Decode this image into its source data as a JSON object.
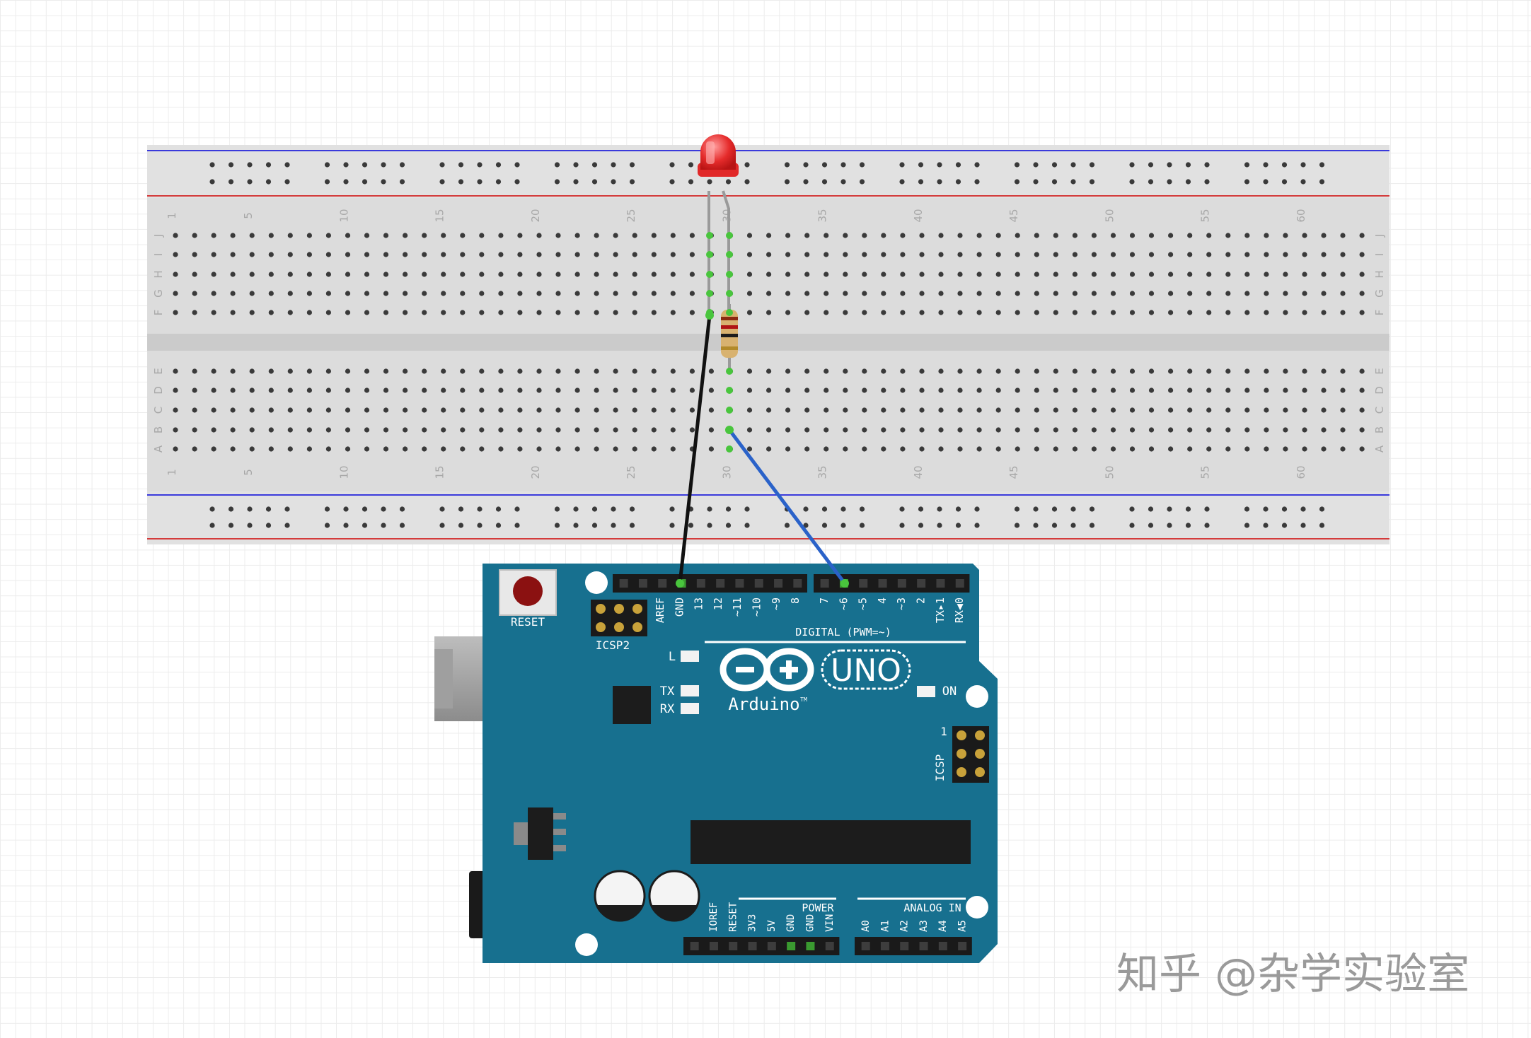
{
  "breadboard": {
    "column_numbers": [
      "1",
      "5",
      "10",
      "15",
      "20",
      "25",
      "30",
      "35",
      "40",
      "45",
      "50",
      "55",
      "60"
    ],
    "row_letters_top": [
      "J",
      "I",
      "H",
      "G",
      "F"
    ],
    "row_letters_bottom": [
      "E",
      "D",
      "C",
      "B",
      "A"
    ]
  },
  "arduino": {
    "reset_label": "RESET",
    "icsp2_label": "ICSP2",
    "icsp_label": "ICSP",
    "icsp_pin1": "1",
    "header_pins_left": [
      "AREF",
      "GND",
      "13",
      "12",
      "~11",
      "~10",
      "~9",
      "8"
    ],
    "header_pins_right": [
      "7",
      "~6",
      "~5",
      "4",
      "~3",
      "2",
      "TX▸1",
      "RX◀0"
    ],
    "digital_label": "DIGITAL (PWM=~)",
    "led_l": "L",
    "led_tx": "TX",
    "led_rx": "RX",
    "led_on": "ON",
    "model": "UNO",
    "brand": "Arduino",
    "tm": "TM",
    "power_label": "POWER",
    "power_pins": [
      "IOREF",
      "RESET",
      "3V3",
      "5V",
      "GND",
      "GND",
      "VIN"
    ],
    "analog_label": "ANALOG IN",
    "analog_pins": [
      "A0",
      "A1",
      "A2",
      "A3",
      "A4",
      "A5"
    ]
  },
  "watermark": "知乎 @杂学实验室",
  "colors": {
    "board": "#17708f",
    "breadboard": "#dcdcdc",
    "led": "#e52b2b",
    "wire_gnd": "#111111",
    "wire_signal": "#2a62c9",
    "active_hole": "#49c53d"
  }
}
